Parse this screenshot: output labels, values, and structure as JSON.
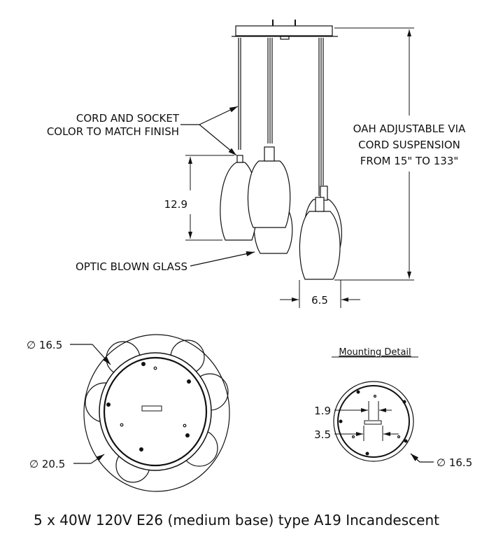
{
  "labels": {
    "cord_line1": "CORD AND SOCKET",
    "cord_line2": "COLOR TO MATCH FINISH",
    "oah_line1": "OAH ADJUSTABLE VIA",
    "oah_line2": "CORD SUSPENSION",
    "oah_line3": "FROM 15\" TO 133\"",
    "glass": "OPTIC BLOWN GLASS",
    "dim_height": "12.9",
    "dim_width": "6.5",
    "dim_canopy": "∅ 16.5",
    "dim_spread": "∅ 20.5",
    "mounting_title": "Mounting Detail",
    "dim_1_9": "1.9",
    "dim_3_5": "3.5",
    "dim_mount": "∅ 16.5"
  },
  "caption": "5 x 40W 120V E26 (medium base) type A19 Incandescent"
}
